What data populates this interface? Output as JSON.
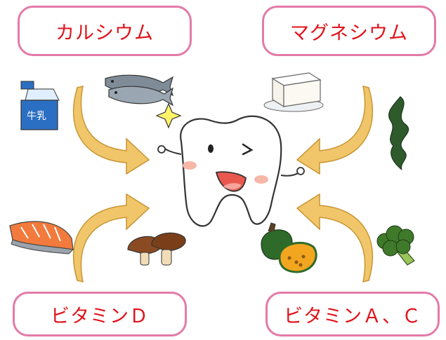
{
  "labels": {
    "calcium": "カルシウム",
    "magnesium": "マグネシウム",
    "vitamin_d": "ビタミンＤ",
    "vitamin_ac": "ビタミンＡ、Ｃ"
  },
  "milk_carton": {
    "text": "牛乳"
  },
  "colors": {
    "label_border": "#e37aa7",
    "label_text": "#e0131b",
    "arrow_fill": "#f1c56a",
    "arrow_stroke": "#c79633",
    "tooth_outline": "#333333"
  },
  "icons": [
    "milk-carton-icon",
    "sardines-icon",
    "sparkle-icon",
    "tofu-icon",
    "seaweed-icon",
    "salmon-icon",
    "shiitake-icon",
    "pumpkin-icon",
    "broccoli-icon",
    "smiling-tooth"
  ]
}
